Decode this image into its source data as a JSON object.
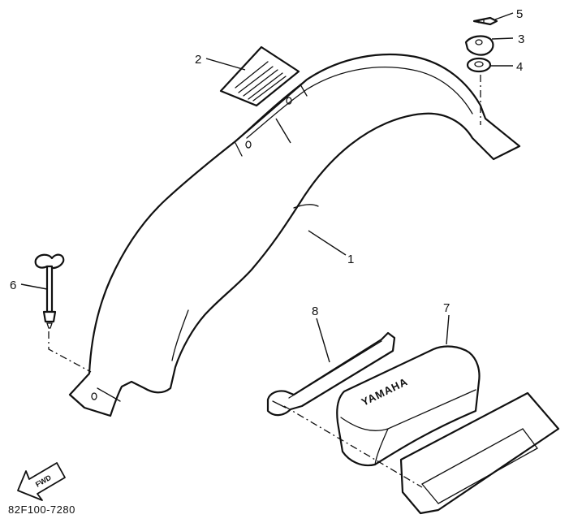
{
  "diagram_code": "82F100-7280",
  "direction_label": "FWD",
  "brand_text": "YAMAHA",
  "callouts": [
    "1",
    "2",
    "3",
    "4",
    "5",
    "6",
    "7",
    "8"
  ]
}
